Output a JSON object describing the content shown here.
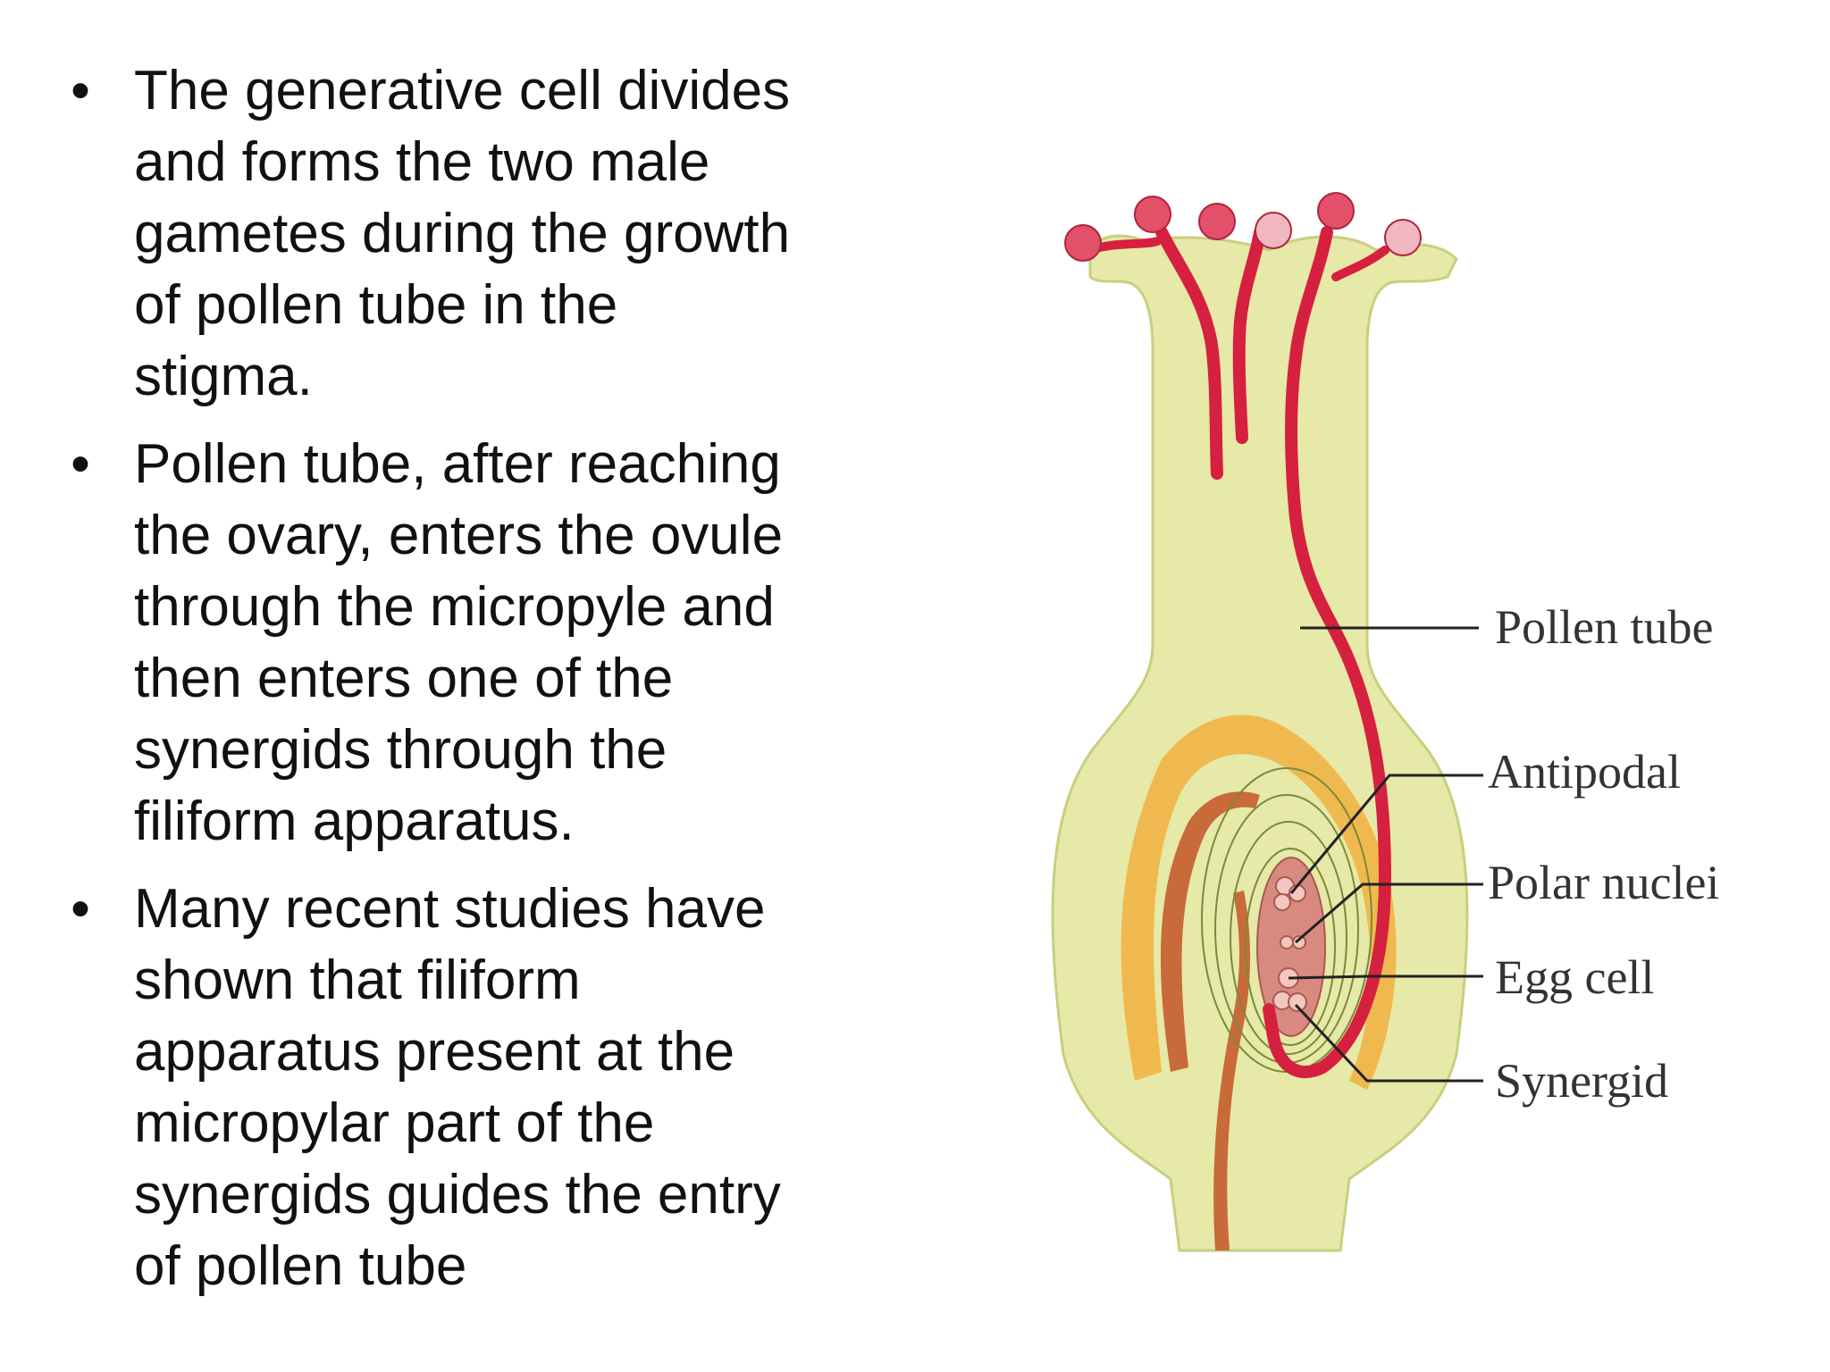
{
  "bullets": [
    {
      "text": "The generative cell divides\nand forms the two male\ngametes during the growth\nof pollen tube in the\nstigma."
    },
    {
      "text": "Pollen tube, after reaching\nthe ovary, enters the ovule\nthrough the micropyle and\nthen enters one of the\nsynergids through the\nfiliform apparatus."
    },
    {
      "text": " Many recent studies have\nshown that filiform\napparatus present at the\nmicropylar part of the\nsynergids guides the entry\nof pollen tube"
    }
  ],
  "bullet_symbol": "•",
  "diagram": {
    "labels": {
      "pollen_tube": "Pollen tube",
      "antipodal": "Antipodal",
      "polar_nuclei": "Polar nuclei",
      "egg_cell": "Egg cell",
      "synergid": "Synergid"
    },
    "colors": {
      "pistil": "#e6e9a8",
      "pistil_outline": "#c9cf7e",
      "pollen_tube": "#d6203f",
      "pollen_grain": "#e2506a",
      "integument_outer": "#f0b94f",
      "integument_inner": "#c86a3a",
      "embryo_sac": "#d88a80"
    }
  }
}
